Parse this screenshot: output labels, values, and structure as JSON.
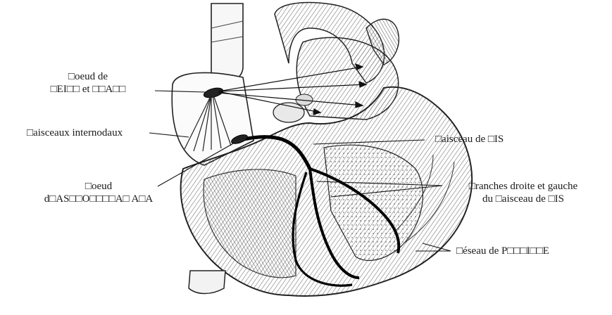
{
  "labels": {
    "sinus_node_line1": "□oeud de",
    "sinus_node_line2": "□EI□□ et □□A□□",
    "internodal": "□aisceaux internodaux",
    "av_node_line1": "□oeud",
    "av_node_line2": "d□AS□□O□□□□A□ A□A",
    "his_bundle": "□aisceau de □IS",
    "branches_line1": "□ranches droite et gauche",
    "branches_line2": "du □aisceau de □IS",
    "purkinje": "□éseau de P□□□I□□E"
  },
  "colors": {
    "ink": "#1a1a1a",
    "paper": "#ffffff",
    "shade": "#8a8a8a",
    "conduction": "#000000"
  }
}
